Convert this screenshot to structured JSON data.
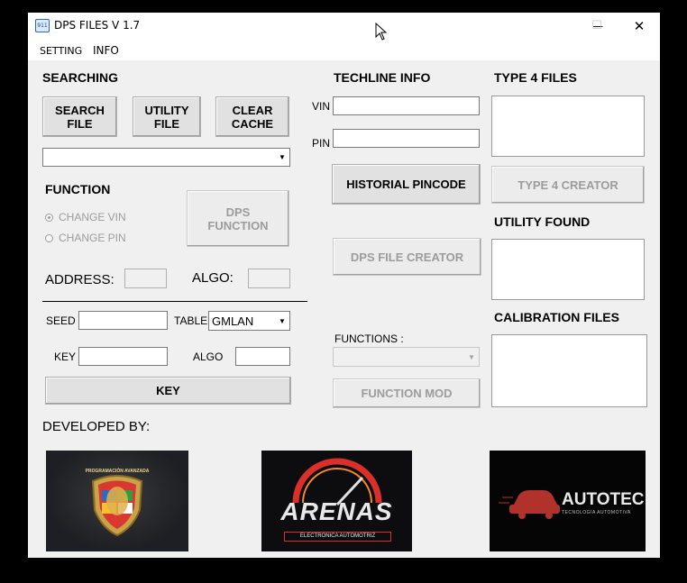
{
  "window": {
    "icon_text": "911",
    "title": "DPS FILES V 1.7",
    "minimize_glyph": "—",
    "maximize_glyph": "☐",
    "close_glyph": "✕"
  },
  "menu": {
    "setting": "SETTING",
    "info": "INFO"
  },
  "searching": {
    "heading": "SEARCHING",
    "search_file_line1": "SEARCH",
    "search_file_line2": "FILE",
    "utility_file_line1": "UTILITY",
    "utility_file_line2": "FILE",
    "clear_cache_line1": "CLEAR",
    "clear_cache_line2": "CACHE",
    "file_select_value": ""
  },
  "function": {
    "heading": "FUNCTION",
    "change_vin": "CHANGE VIN",
    "change_pin": "CHANGE PIN",
    "dps_function_line1": "DPS",
    "dps_function_line2": "FUNCTION",
    "address_label": "ADDRESS:",
    "address_value": "",
    "algo_label": "ALGO:",
    "algo_value": ""
  },
  "seedkey": {
    "seed_label": "SEED",
    "seed_value": "",
    "table_label": "TABLE",
    "table_value": "GMLAN",
    "key_label": "KEY",
    "key_value": "",
    "algo_label": "ALGO",
    "algo_value": "",
    "key_button": "KEY"
  },
  "developed_by": "DEVELOPED BY:",
  "techline": {
    "heading": "TECHLINE INFO",
    "vin_label": "VIN",
    "vin_value": "",
    "pin_label": "PIN",
    "pin_value": "",
    "historial_button": "HISTORIAL PINCODE",
    "dps_creator_button": "DPS FILE CREATOR",
    "functions_label": "FUNCTIONS :",
    "functions_value": "",
    "function_mod_button": "FUNCTION MOD"
  },
  "type4": {
    "heading": "TYPE 4 FILES",
    "creator_button": "TYPE 4 CREATOR"
  },
  "utility_found": {
    "heading": "UTILITY FOUND"
  },
  "calibration": {
    "heading": "CALIBRATION FILES"
  },
  "logos": {
    "logo1_arc": "PROGRAMACIÓN AVANZADA",
    "arenas_name": "ARENAS",
    "arenas_sub": "ELECTRONICA AUTOMOTRIZ",
    "autotec_name": "AUTOTEC",
    "autotec_sub": "TECNOLOGIA AUTOMOTIVA"
  },
  "colors": {
    "window_bg": "#f0f0f0",
    "button_bg": "#e1e1e1",
    "disabled_text": "#9c9c9c",
    "arenas_red": "#d9302b",
    "autotec_red": "#c0392b"
  }
}
